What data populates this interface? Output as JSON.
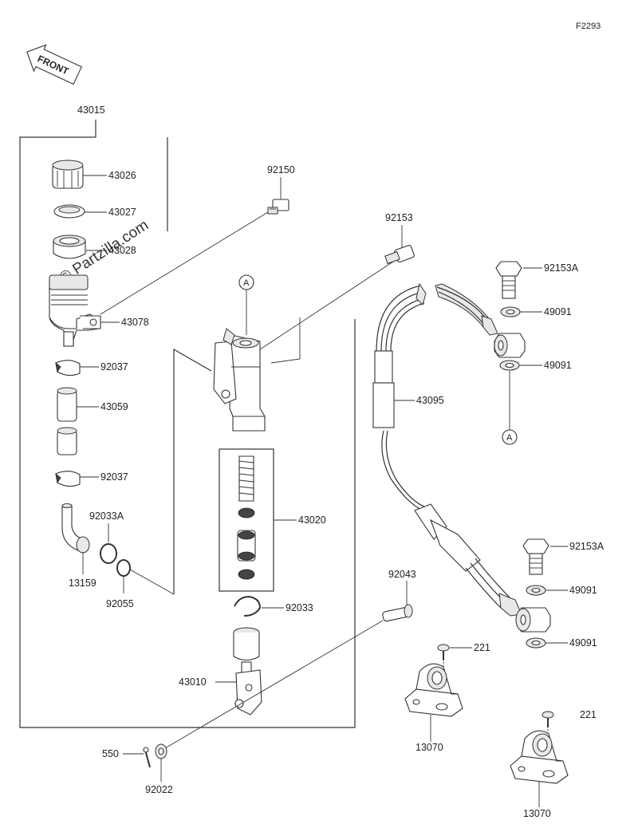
{
  "figure_code": "F2293",
  "front_badge": "FRONT",
  "watermark": "© Partzilla.com",
  "ref_marker": "A",
  "parts": {
    "p43015": "43015",
    "p43026": "43026",
    "p43027": "43027",
    "p43028": "43028",
    "p43078": "43078",
    "p92037a": "92037",
    "p43059": "43059",
    "p92037b": "92037",
    "p92033A": "92033A",
    "p13159": "13159",
    "p92055": "92055",
    "p92150": "92150",
    "p43020": "43020",
    "p92033": "92033",
    "p43010": "43010",
    "p550": "550",
    "p92022": "92022",
    "p92043": "92043",
    "p92153": "92153",
    "p92153A_top": "92153A",
    "p49091_a": "49091",
    "p49091_b": "49091",
    "p43095": "43095",
    "p92153A_bot": "92153A",
    "p49091_c": "49091",
    "p49091_d": "49091",
    "p221_a": "221",
    "p13070_a": "13070",
    "p221_b": "221",
    "p13070_b": "13070"
  }
}
